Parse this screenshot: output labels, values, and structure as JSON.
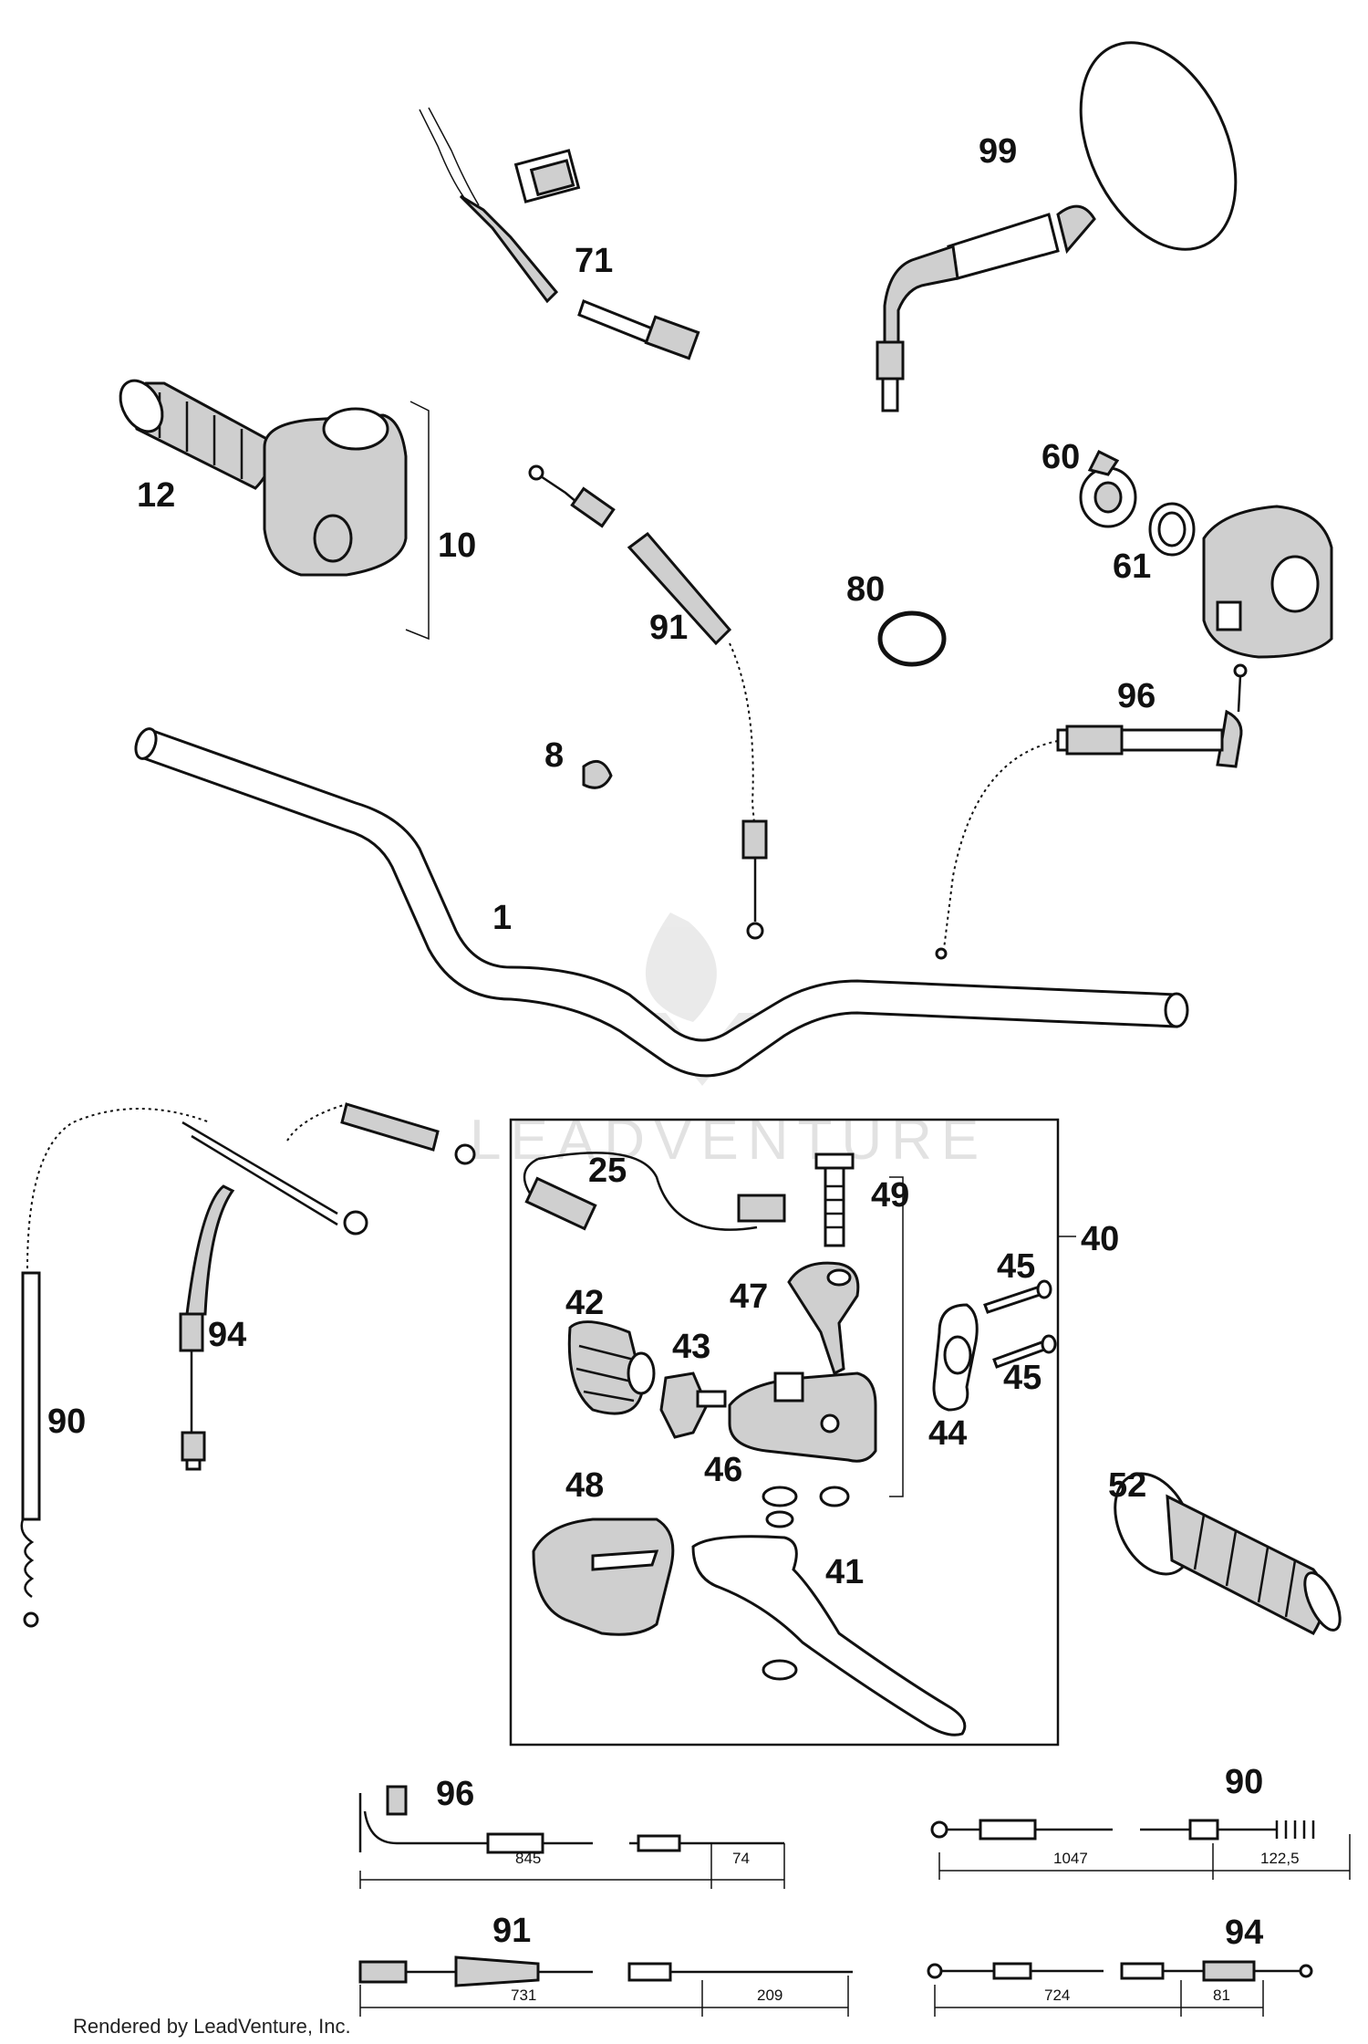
{
  "callouts": {
    "c1": "1",
    "c8": "8",
    "c10": "10",
    "c12": "12",
    "c25": "25",
    "c40": "40",
    "c41": "41",
    "c42": "42",
    "c43": "43",
    "c44": "44",
    "c45a": "45",
    "c45b": "45",
    "c46": "46",
    "c47": "47",
    "c48": "48",
    "c49": "49",
    "c52": "52",
    "c60": "60",
    "c61": "61",
    "c71": "71",
    "c80": "80",
    "c90": "90",
    "c91": "91",
    "c94": "94",
    "c96": "96",
    "c99": "99",
    "d96": "96",
    "d90": "90",
    "d91": "91",
    "d94": "94"
  },
  "dimensions": {
    "d96_a": "845",
    "d96_b": "74",
    "d90_a": "1047",
    "d90_b": "122,5",
    "d91_a": "731",
    "d91_b": "209",
    "d94_a": "724",
    "d94_b": "81"
  },
  "watermark": "LEADVENTURE",
  "footer": "Rendered by LeadVenture, Inc."
}
